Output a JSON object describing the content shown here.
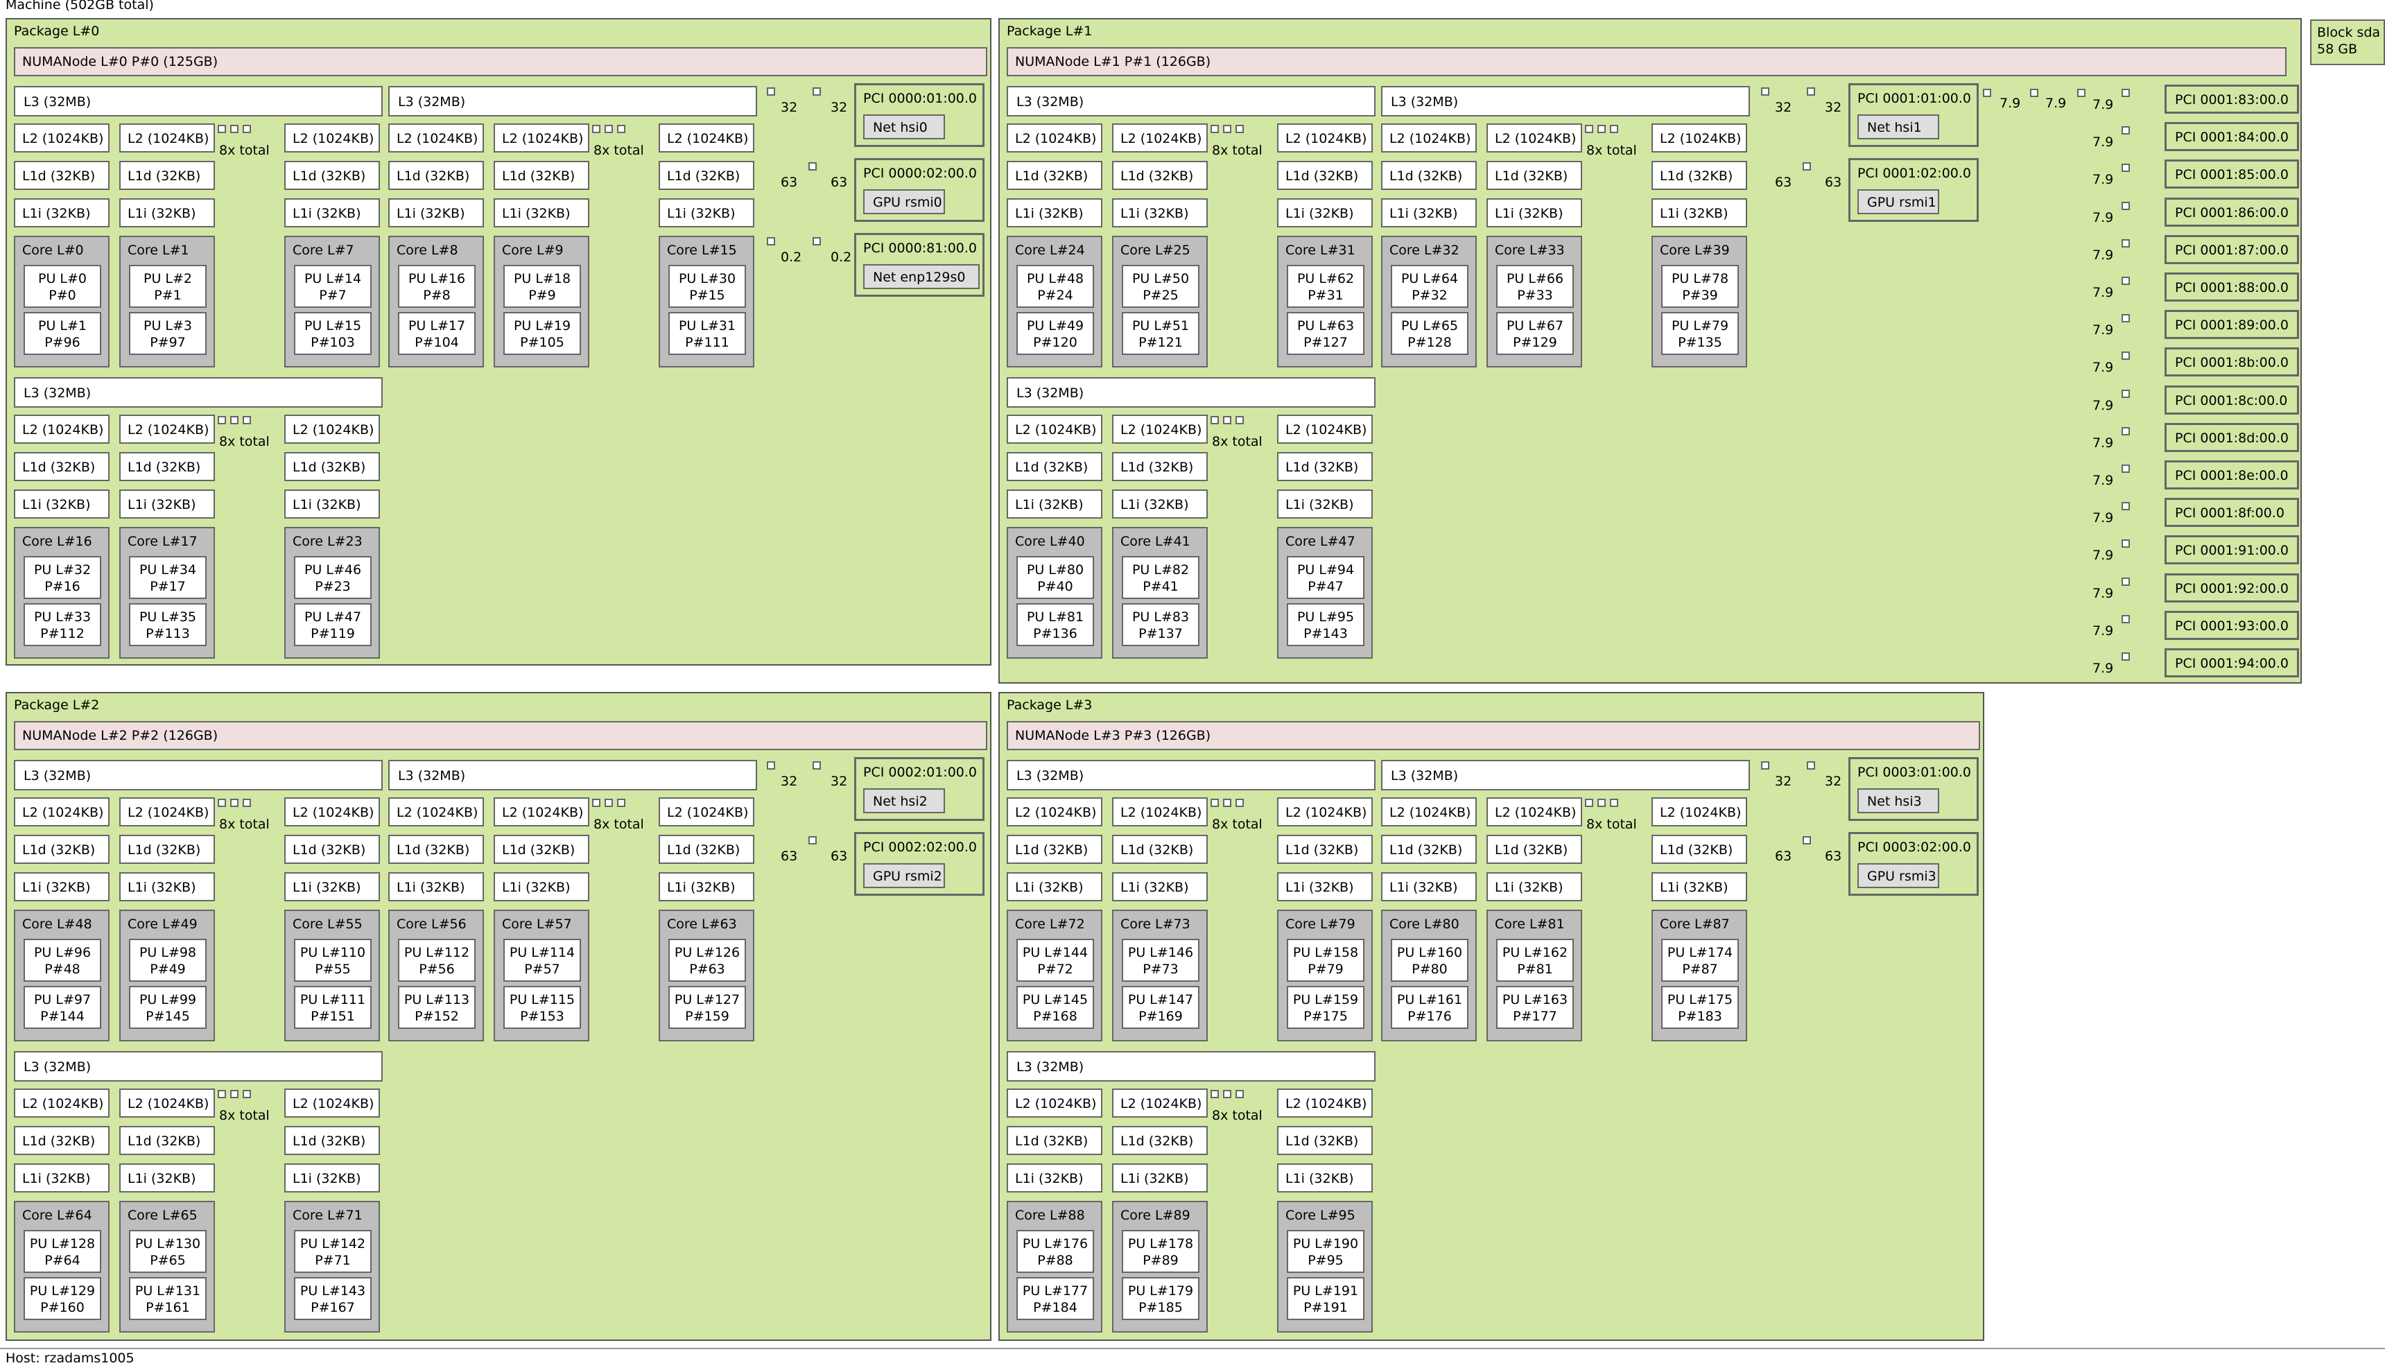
{
  "machine": {
    "label": "Machine (502GB total)"
  },
  "host": {
    "label": "Host: rzadams1005"
  },
  "block": {
    "name": "Block sda",
    "size": "58 GB"
  },
  "colors": {
    "package": "#d2e7a4",
    "numa": "#efdfde",
    "core": "#bebebe",
    "pu": "#ffffff",
    "cache": "#ffffff",
    "osdev": "#dedede"
  },
  "packages": [
    {
      "label": "Package L#0",
      "numa": "NUMANode L#0 P#0 (125GB)",
      "groups": [
        {
          "l3": "L3 (32MB)",
          "l2": "L2 (1024KB)",
          "l1d": "L1d (32KB)",
          "l1i": "L1i (32KB)",
          "total": "8x total",
          "cores": [
            {
              "label": "Core L#0",
              "pus": [
                {
                  "l": "PU L#0",
                  "p": "P#0"
                },
                {
                  "l": "PU L#1",
                  "p": "P#96"
                }
              ]
            },
            {
              "label": "Core L#1",
              "pus": [
                {
                  "l": "PU L#2",
                  "p": "P#1"
                },
                {
                  "l": "PU L#3",
                  "p": "P#97"
                }
              ]
            },
            {
              "label": "Core L#7",
              "pus": [
                {
                  "l": "PU L#14",
                  "p": "P#7"
                },
                {
                  "l": "PU L#15",
                  "p": "P#103"
                }
              ]
            }
          ]
        },
        {
          "l3": "L3 (32MB)",
          "l2": "L2 (1024KB)",
          "l1d": "L1d (32KB)",
          "l1i": "L1i (32KB)",
          "total": "8x total",
          "cores": [
            {
              "label": "Core L#8",
              "pus": [
                {
                  "l": "PU L#16",
                  "p": "P#8"
                },
                {
                  "l": "PU L#17",
                  "p": "P#104"
                }
              ]
            },
            {
              "label": "Core L#9",
              "pus": [
                {
                  "l": "PU L#18",
                  "p": "P#9"
                },
                {
                  "l": "PU L#19",
                  "p": "P#105"
                }
              ]
            },
            {
              "label": "Core L#15",
              "pus": [
                {
                  "l": "PU L#30",
                  "p": "P#15"
                },
                {
                  "l": "PU L#31",
                  "p": "P#111"
                }
              ]
            }
          ]
        },
        {
          "l3": "L3 (32MB)",
          "l2": "L2 (1024KB)",
          "l1d": "L1d (32KB)",
          "l1i": "L1i (32KB)",
          "total": "8x total",
          "cores": [
            {
              "label": "Core L#16",
              "pus": [
                {
                  "l": "PU L#32",
                  "p": "P#16"
                },
                {
                  "l": "PU L#33",
                  "p": "P#112"
                }
              ]
            },
            {
              "label": "Core L#17",
              "pus": [
                {
                  "l": "PU L#34",
                  "p": "P#17"
                },
                {
                  "l": "PU L#35",
                  "p": "P#113"
                }
              ]
            },
            {
              "label": "Core L#23",
              "pus": [
                {
                  "l": "PU L#46",
                  "p": "P#23"
                },
                {
                  "l": "PU L#47",
                  "p": "P#119"
                }
              ]
            }
          ]
        }
      ],
      "pci": [
        {
          "label": "PCI 0000:01:00.0",
          "dev": "Net hsi0",
          "bw_left": "32",
          "bw_right": "32"
        },
        {
          "label": "PCI 0000:02:00.0",
          "dev": "GPU rsmi0",
          "bw_left": "63",
          "bw_right": "63"
        },
        {
          "label": "PCI 0000:81:00.0",
          "dev": "Net enp129s0",
          "bw_left": "0.2",
          "bw_right": "0.2"
        }
      ]
    },
    {
      "label": "Package L#1",
      "numa": "NUMANode L#1 P#1 (126GB)",
      "groups": [
        {
          "l3": "L3 (32MB)",
          "l2": "L2 (1024KB)",
          "l1d": "L1d (32KB)",
          "l1i": "L1i (32KB)",
          "total": "8x total",
          "cores": [
            {
              "label": "Core L#24",
              "pus": [
                {
                  "l": "PU L#48",
                  "p": "P#24"
                },
                {
                  "l": "PU L#49",
                  "p": "P#120"
                }
              ]
            },
            {
              "label": "Core L#25",
              "pus": [
                {
                  "l": "PU L#50",
                  "p": "P#25"
                },
                {
                  "l": "PU L#51",
                  "p": "P#121"
                }
              ]
            },
            {
              "label": "Core L#31",
              "pus": [
                {
                  "l": "PU L#62",
                  "p": "P#31"
                },
                {
                  "l": "PU L#63",
                  "p": "P#127"
                }
              ]
            }
          ]
        },
        {
          "l3": "L3 (32MB)",
          "l2": "L2 (1024KB)",
          "l1d": "L1d (32KB)",
          "l1i": "L1i (32KB)",
          "total": "8x total",
          "cores": [
            {
              "label": "Core L#32",
              "pus": [
                {
                  "l": "PU L#64",
                  "p": "P#32"
                },
                {
                  "l": "PU L#65",
                  "p": "P#128"
                }
              ]
            },
            {
              "label": "Core L#33",
              "pus": [
                {
                  "l": "PU L#66",
                  "p": "P#33"
                },
                {
                  "l": "PU L#67",
                  "p": "P#129"
                }
              ]
            },
            {
              "label": "Core L#39",
              "pus": [
                {
                  "l": "PU L#78",
                  "p": "P#39"
                },
                {
                  "l": "PU L#79",
                  "p": "P#135"
                }
              ]
            }
          ]
        },
        {
          "l3": "L3 (32MB)",
          "l2": "L2 (1024KB)",
          "l1d": "L1d (32KB)",
          "l1i": "L1i (32KB)",
          "total": "8x total",
          "cores": [
            {
              "label": "Core L#40",
              "pus": [
                {
                  "l": "PU L#80",
                  "p": "P#40"
                },
                {
                  "l": "PU L#81",
                  "p": "P#136"
                }
              ]
            },
            {
              "label": "Core L#41",
              "pus": [
                {
                  "l": "PU L#82",
                  "p": "P#41"
                },
                {
                  "l": "PU L#83",
                  "p": "P#137"
                }
              ]
            },
            {
              "label": "Core L#47",
              "pus": [
                {
                  "l": "PU L#94",
                  "p": "P#47"
                },
                {
                  "l": "PU L#95",
                  "p": "P#143"
                }
              ]
            }
          ]
        }
      ],
      "pci": [
        {
          "label": "PCI 0001:01:00.0",
          "dev": "Net hsi1",
          "bw_left": "32",
          "bw_right": "32"
        },
        {
          "label": "PCI 0001:02:00.0",
          "dev": "GPU rsmi1",
          "bw_left": "63",
          "bw_right": "63"
        }
      ],
      "bridge": {
        "bw_top": "7.9",
        "bw_mid": "7.9",
        "bw_each": "7.9",
        "devices": [
          "PCI 0001:83:00.0",
          "PCI 0001:84:00.0",
          "PCI 0001:85:00.0",
          "PCI 0001:86:00.0",
          "PCI 0001:87:00.0",
          "PCI 0001:88:00.0",
          "PCI 0001:89:00.0",
          "PCI 0001:8b:00.0",
          "PCI 0001:8c:00.0",
          "PCI 0001:8d:00.0",
          "PCI 0001:8e:00.0",
          "PCI 0001:8f:00.0",
          "PCI 0001:91:00.0",
          "PCI 0001:92:00.0",
          "PCI 0001:93:00.0",
          "PCI 0001:94:00.0"
        ]
      }
    },
    {
      "label": "Package L#2",
      "numa": "NUMANode L#2 P#2 (126GB)",
      "groups": [
        {
          "l3": "L3 (32MB)",
          "l2": "L2 (1024KB)",
          "l1d": "L1d (32KB)",
          "l1i": "L1i (32KB)",
          "total": "8x total",
          "cores": [
            {
              "label": "Core L#48",
              "pus": [
                {
                  "l": "PU L#96",
                  "p": "P#48"
                },
                {
                  "l": "PU L#97",
                  "p": "P#144"
                }
              ]
            },
            {
              "label": "Core L#49",
              "pus": [
                {
                  "l": "PU L#98",
                  "p": "P#49"
                },
                {
                  "l": "PU L#99",
                  "p": "P#145"
                }
              ]
            },
            {
              "label": "Core L#55",
              "pus": [
                {
                  "l": "PU L#110",
                  "p": "P#55"
                },
                {
                  "l": "PU L#111",
                  "p": "P#151"
                }
              ]
            }
          ]
        },
        {
          "l3": "L3 (32MB)",
          "l2": "L2 (1024KB)",
          "l1d": "L1d (32KB)",
          "l1i": "L1i (32KB)",
          "total": "8x total",
          "cores": [
            {
              "label": "Core L#56",
              "pus": [
                {
                  "l": "PU L#112",
                  "p": "P#56"
                },
                {
                  "l": "PU L#113",
                  "p": "P#152"
                }
              ]
            },
            {
              "label": "Core L#57",
              "pus": [
                {
                  "l": "PU L#114",
                  "p": "P#57"
                },
                {
                  "l": "PU L#115",
                  "p": "P#153"
                }
              ]
            },
            {
              "label": "Core L#63",
              "pus": [
                {
                  "l": "PU L#126",
                  "p": "P#63"
                },
                {
                  "l": "PU L#127",
                  "p": "P#159"
                }
              ]
            }
          ]
        },
        {
          "l3": "L3 (32MB)",
          "l2": "L2 (1024KB)",
          "l1d": "L1d (32KB)",
          "l1i": "L1i (32KB)",
          "total": "8x total",
          "cores": [
            {
              "label": "Core L#64",
              "pus": [
                {
                  "l": "PU L#128",
                  "p": "P#64"
                },
                {
                  "l": "PU L#129",
                  "p": "P#160"
                }
              ]
            },
            {
              "label": "Core L#65",
              "pus": [
                {
                  "l": "PU L#130",
                  "p": "P#65"
                },
                {
                  "l": "PU L#131",
                  "p": "P#161"
                }
              ]
            },
            {
              "label": "Core L#71",
              "pus": [
                {
                  "l": "PU L#142",
                  "p": "P#71"
                },
                {
                  "l": "PU L#143",
                  "p": "P#167"
                }
              ]
            }
          ]
        }
      ],
      "pci": [
        {
          "label": "PCI 0002:01:00.0",
          "dev": "Net hsi2",
          "bw_left": "32",
          "bw_right": "32"
        },
        {
          "label": "PCI 0002:02:00.0",
          "dev": "GPU rsmi2",
          "bw_left": "63",
          "bw_right": "63"
        }
      ]
    },
    {
      "label": "Package L#3",
      "numa": "NUMANode L#3 P#3 (126GB)",
      "groups": [
        {
          "l3": "L3 (32MB)",
          "l2": "L2 (1024KB)",
          "l1d": "L1d (32KB)",
          "l1i": "L1i (32KB)",
          "total": "8x total",
          "cores": [
            {
              "label": "Core L#72",
              "pus": [
                {
                  "l": "PU L#144",
                  "p": "P#72"
                },
                {
                  "l": "PU L#145",
                  "p": "P#168"
                }
              ]
            },
            {
              "label": "Core L#73",
              "pus": [
                {
                  "l": "PU L#146",
                  "p": "P#73"
                },
                {
                  "l": "PU L#147",
                  "p": "P#169"
                }
              ]
            },
            {
              "label": "Core L#79",
              "pus": [
                {
                  "l": "PU L#158",
                  "p": "P#79"
                },
                {
                  "l": "PU L#159",
                  "p": "P#175"
                }
              ]
            }
          ]
        },
        {
          "l3": "L3 (32MB)",
          "l2": "L2 (1024KB)",
          "l1d": "L1d (32KB)",
          "l1i": "L1i (32KB)",
          "total": "8x total",
          "cores": [
            {
              "label": "Core L#80",
              "pus": [
                {
                  "l": "PU L#160",
                  "p": "P#80"
                },
                {
                  "l": "PU L#161",
                  "p": "P#176"
                }
              ]
            },
            {
              "label": "Core L#81",
              "pus": [
                {
                  "l": "PU L#162",
                  "p": "P#81"
                },
                {
                  "l": "PU L#163",
                  "p": "P#177"
                }
              ]
            },
            {
              "label": "Core L#87",
              "pus": [
                {
                  "l": "PU L#174",
                  "p": "P#87"
                },
                {
                  "l": "PU L#175",
                  "p": "P#183"
                }
              ]
            }
          ]
        },
        {
          "l3": "L3 (32MB)",
          "l2": "L2 (1024KB)",
          "l1d": "L1d (32KB)",
          "l1i": "L1i (32KB)",
          "total": "8x total",
          "cores": [
            {
              "label": "Core L#88",
              "pus": [
                {
                  "l": "PU L#176",
                  "p": "P#88"
                },
                {
                  "l": "PU L#177",
                  "p": "P#184"
                }
              ]
            },
            {
              "label": "Core L#89",
              "pus": [
                {
                  "l": "PU L#178",
                  "p": "P#89"
                },
                {
                  "l": "PU L#179",
                  "p": "P#185"
                }
              ]
            },
            {
              "label": "Core L#95",
              "pus": [
                {
                  "l": "PU L#190",
                  "p": "P#95"
                },
                {
                  "l": "PU L#191",
                  "p": "P#191"
                }
              ]
            }
          ]
        }
      ],
      "pci": [
        {
          "label": "PCI 0003:01:00.0",
          "dev": "Net hsi3",
          "bw_left": "32",
          "bw_right": "32"
        },
        {
          "label": "PCI 0003:02:00.0",
          "dev": "GPU rsmi3",
          "bw_left": "63",
          "bw_right": "63"
        }
      ]
    }
  ]
}
